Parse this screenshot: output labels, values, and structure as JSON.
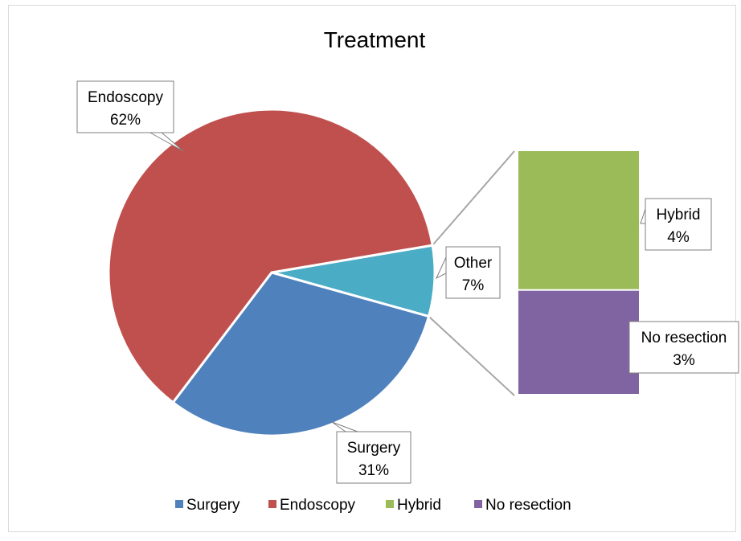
{
  "chart_data": {
    "type": "pie",
    "subtype": "bar-of-pie",
    "title": "Treatment",
    "slices": [
      {
        "label": "Surgery",
        "value": 31,
        "display": "31%",
        "color": "#4F81BD"
      },
      {
        "label": "Endoscopy",
        "value": 62,
        "display": "62%",
        "color": "#C0504D"
      },
      {
        "label": "Other",
        "value": 7,
        "display": "7%",
        "color": "#4BACC6"
      }
    ],
    "other_breakdown": [
      {
        "label": "Hybrid",
        "value": 4,
        "display": "4%",
        "color": "#9BBB59"
      },
      {
        "label": "No resection",
        "value": 3,
        "display": "3%",
        "color": "#8064A2"
      }
    ],
    "legend": {
      "position": "bottom",
      "entries": [
        {
          "label": "Surgery",
          "color": "#4F81BD"
        },
        {
          "label": "Endoscopy",
          "color": "#C0504D"
        },
        {
          "label": "Hybrid",
          "color": "#9BBB59"
        },
        {
          "label": "No resection",
          "color": "#8064A2"
        }
      ]
    }
  }
}
